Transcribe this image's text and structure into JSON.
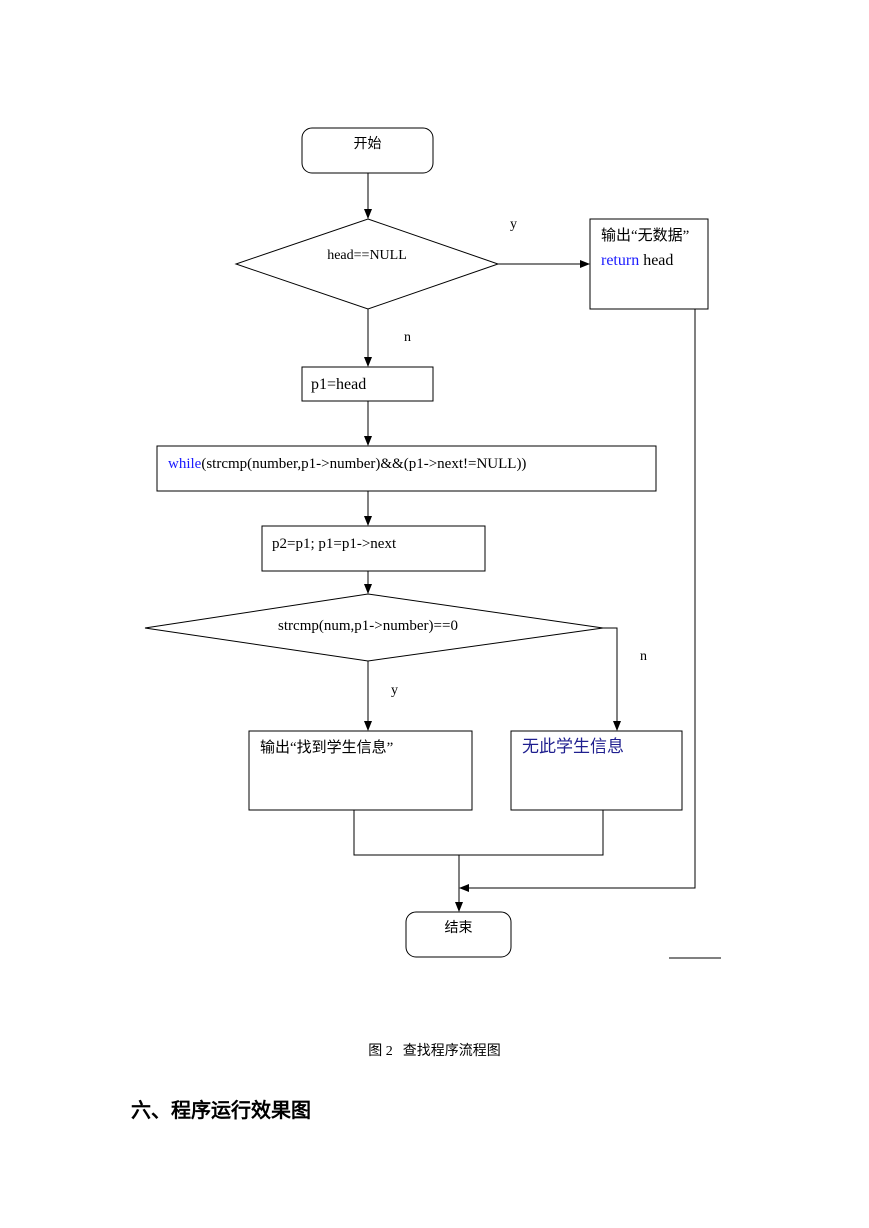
{
  "flowchart": {
    "start": "开始",
    "cond1": "head==NULL",
    "cond1_yes": "y",
    "cond1_no": "n",
    "empty_output": "输出“无数据”",
    "empty_return": "return",
    "empty_return_value": " head",
    "assign_p1": "p1=head",
    "while_keyword": "while",
    "while_condition": "(strcmp(number,p1->number)&&(p1->next!=NULL))",
    "advance": "p2=p1; p1=p1->next",
    "cond2": "strcmp(num,p1->number)==0",
    "cond2_yes": "y",
    "cond2_no": "n",
    "found_output": "输出“找到学生信息”",
    "not_found": "无此学生信息",
    "end": "结束"
  },
  "caption": {
    "figure_no": "图 2",
    "title": "查找程序流程图"
  },
  "section_heading": "六、程序运行效果图"
}
